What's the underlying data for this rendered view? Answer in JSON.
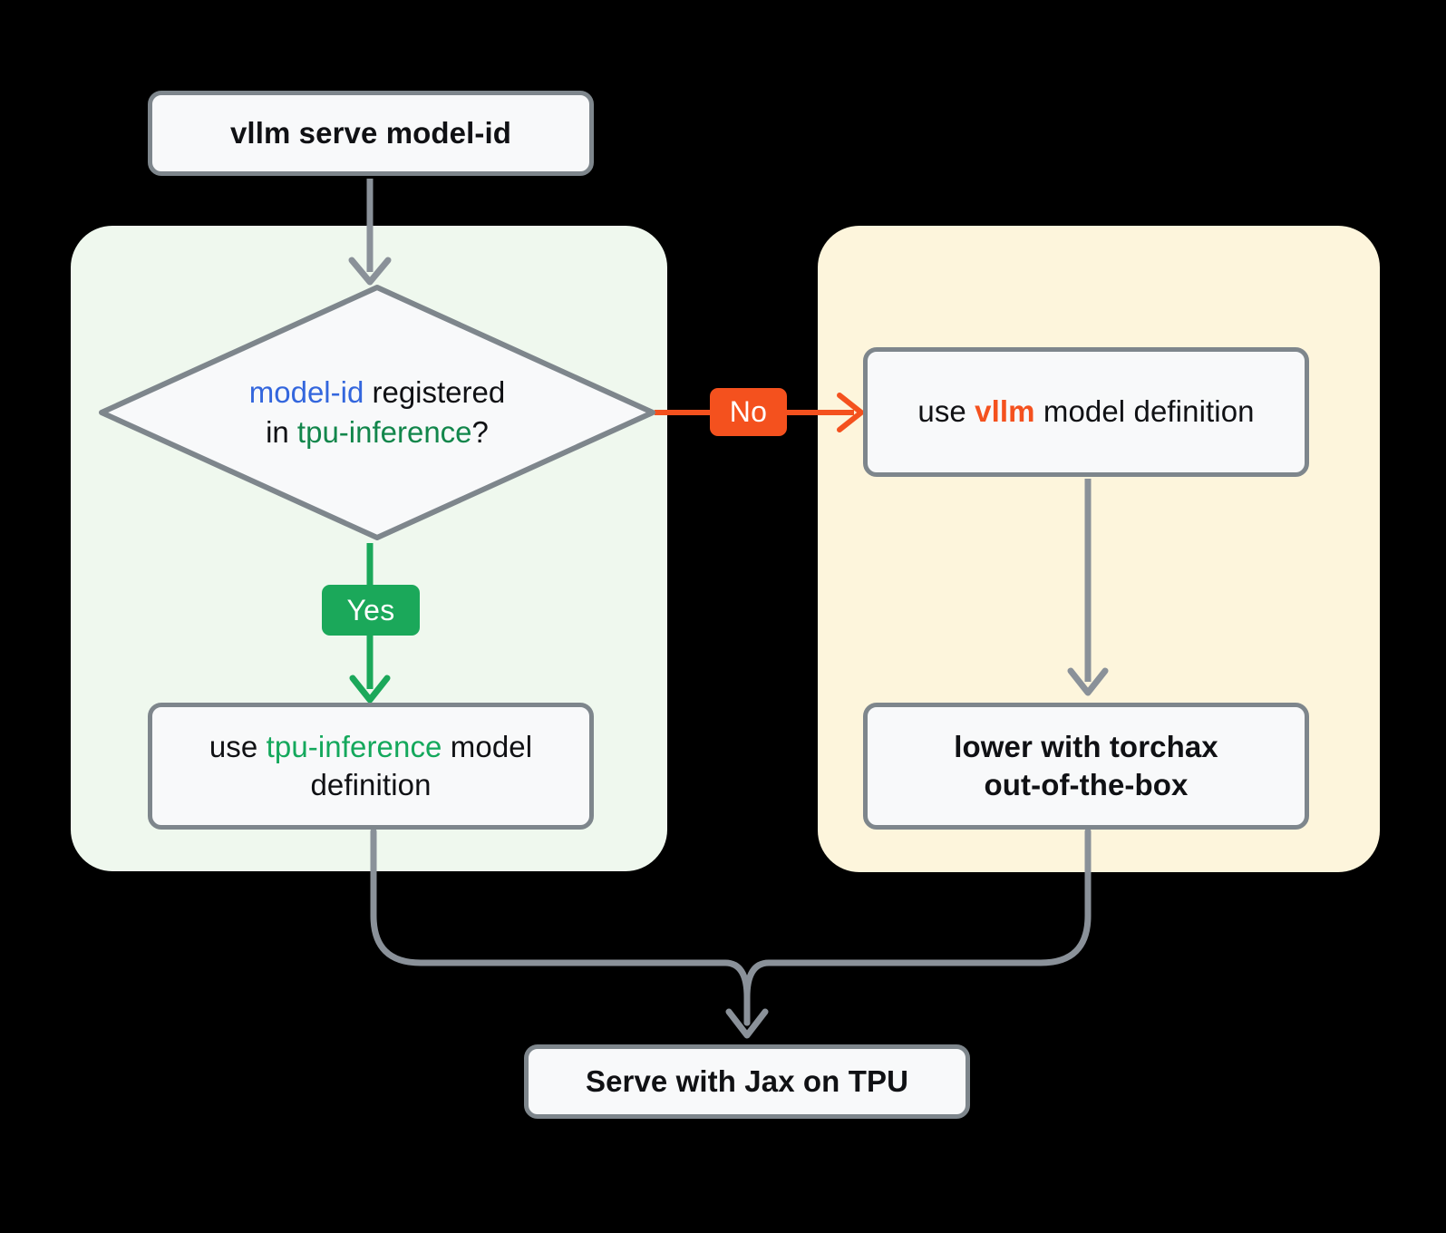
{
  "diagram": {
    "title": "vllm serve model-id decision flow",
    "background": "#000000",
    "panels": {
      "left": {
        "name": "tpu-inference-path",
        "color": "#EFF8EE"
      },
      "right": {
        "name": "vllm-path",
        "color": "#FDF5DC"
      }
    },
    "colors": {
      "node_fill": "#F8F9FA",
      "node_border": "#7E868C",
      "edge": "#8A9199",
      "yes": "#1BA85A",
      "no": "#F4511E",
      "model_id": "#3366DD",
      "tpu_inference_dark": "#12864B",
      "tpu_inference_bright": "#14A85C",
      "vllm": "#F4511E"
    },
    "nodes": {
      "start": {
        "text": "vllm serve model-id"
      },
      "decision": {
        "line1_a": "model-id",
        "line1_b": " registered",
        "line2_a": "in ",
        "line2_b": "tpu-inference",
        "line2_c": "?"
      },
      "vllm_definition": {
        "a": "use ",
        "b": "vllm",
        "c": " model definition"
      },
      "tpu_definition": {
        "a": "use ",
        "b": "tpu-inference",
        "c": " model definition"
      },
      "torchax": {
        "line1": "lower with torchax",
        "line2": "out-of-the-box"
      },
      "serve": {
        "text": "Serve with Jax on TPU"
      }
    },
    "labels": {
      "yes": "Yes",
      "no": "No"
    },
    "edges": [
      {
        "name": "start-to-decision",
        "from": "start",
        "to": "decision",
        "label": ""
      },
      {
        "name": "decision-to-vllm-definition",
        "from": "decision",
        "to": "vllm_definition",
        "label": "No"
      },
      {
        "name": "decision-to-tpu-definition",
        "from": "decision",
        "to": "tpu_definition",
        "label": "Yes"
      },
      {
        "name": "vllm-definition-to-torchax",
        "from": "vllm_definition",
        "to": "torchax",
        "label": ""
      },
      {
        "name": "tpu-definition-to-serve",
        "from": "tpu_definition",
        "to": "serve",
        "label": ""
      },
      {
        "name": "torchax-to-serve",
        "from": "torchax",
        "to": "serve",
        "label": ""
      }
    ]
  }
}
